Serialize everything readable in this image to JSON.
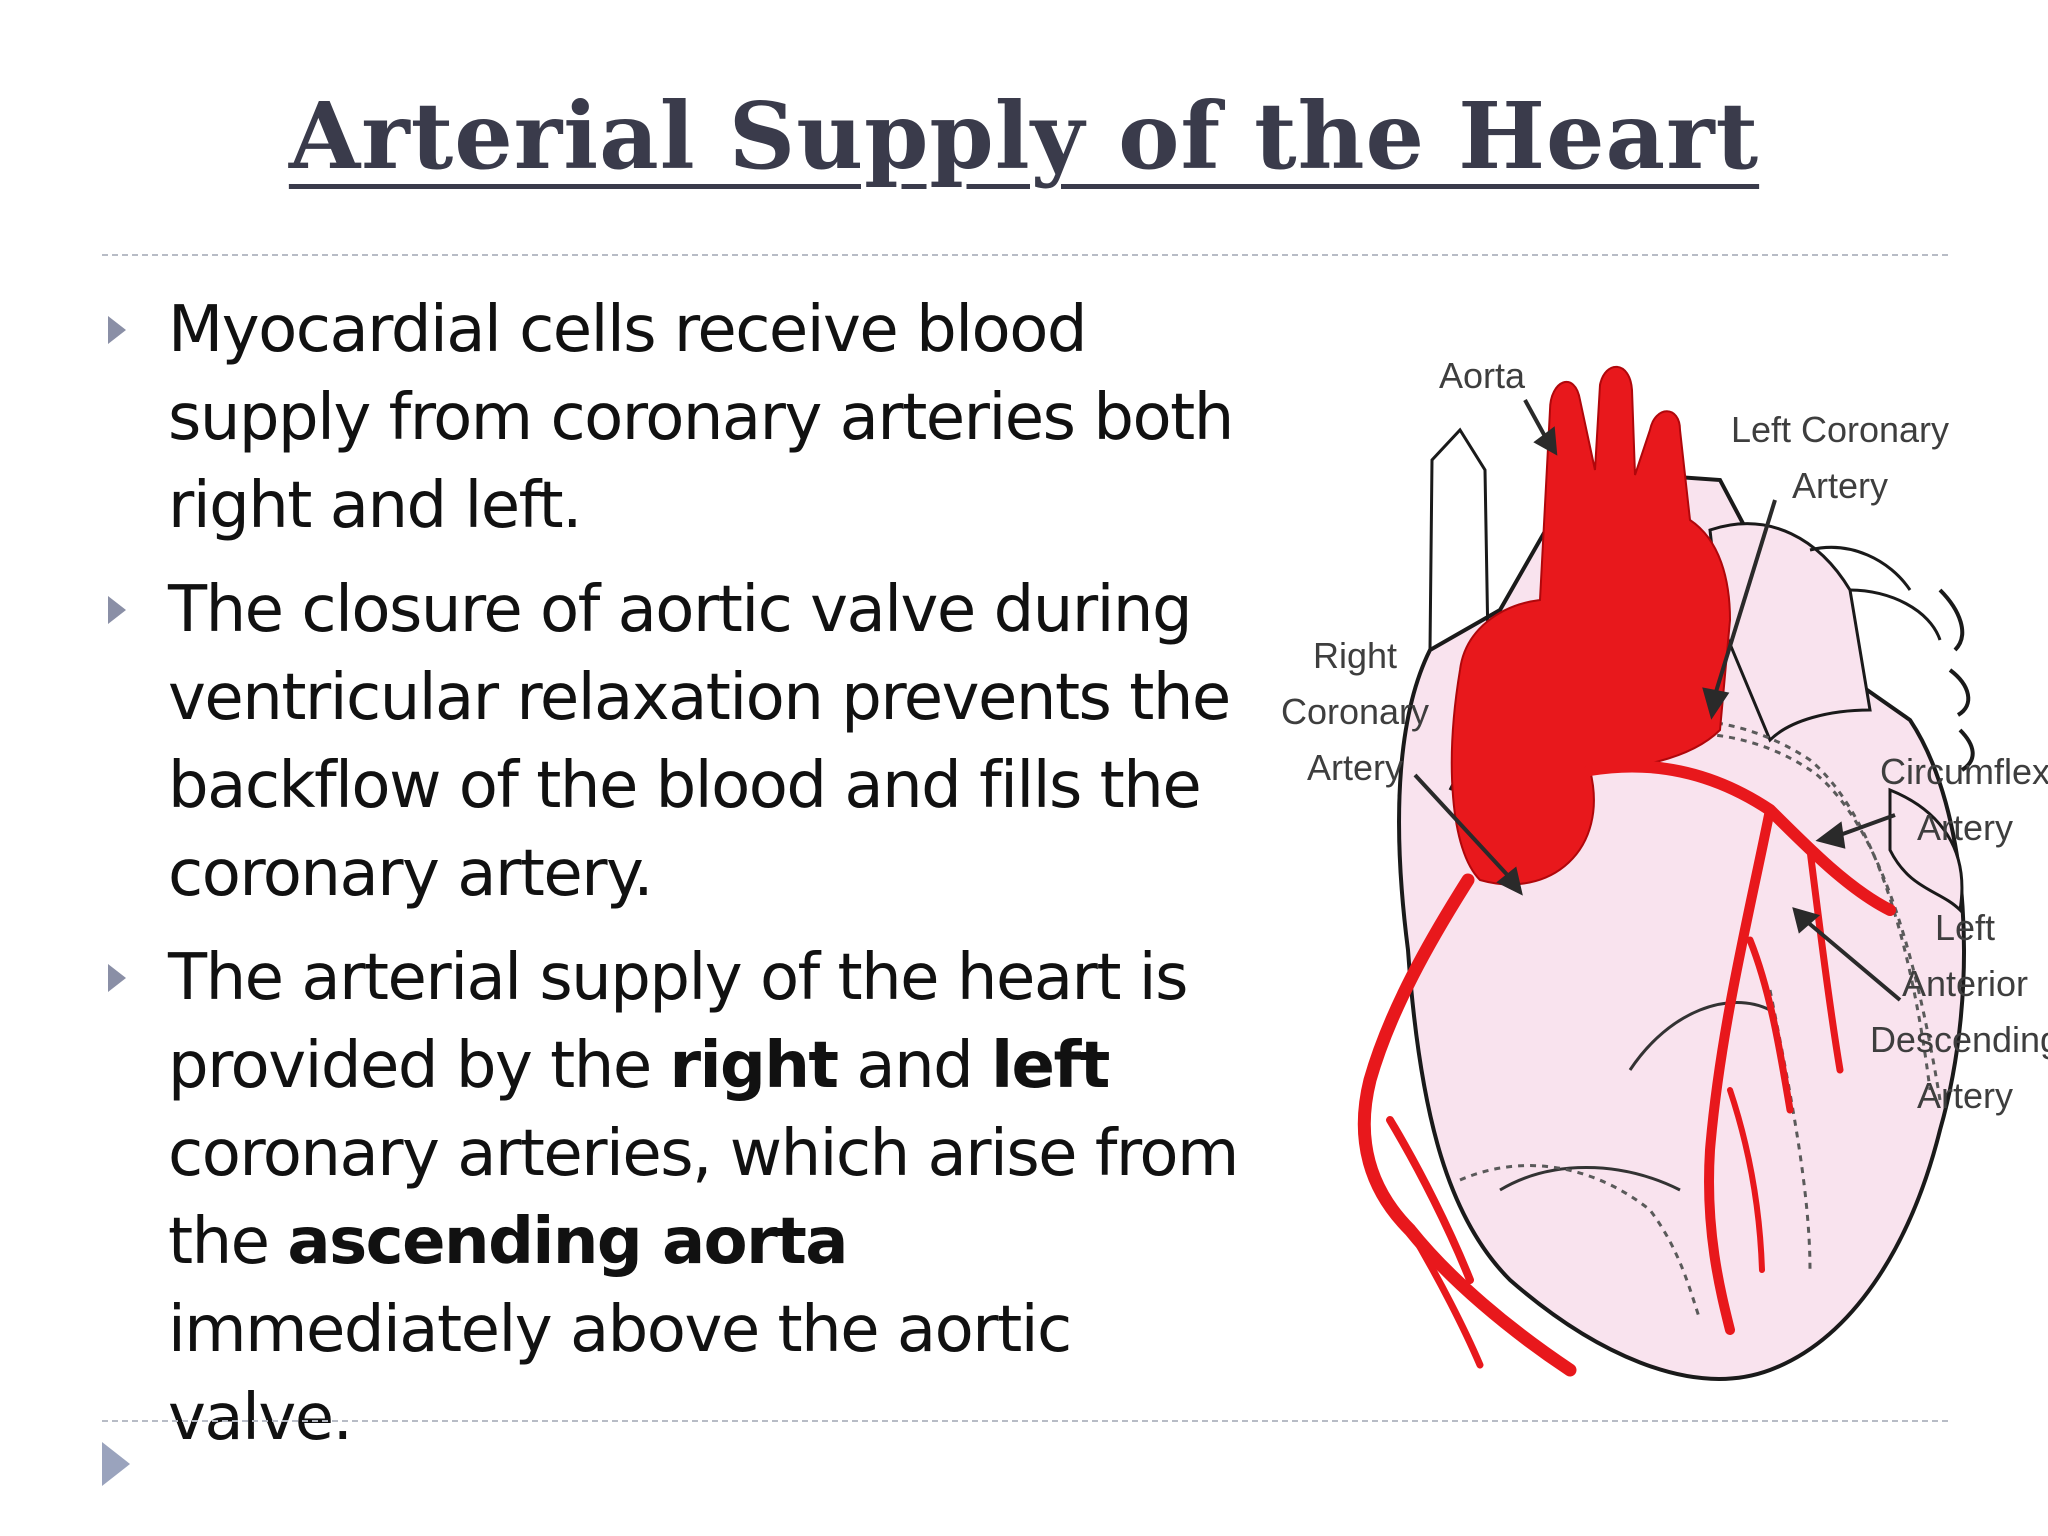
{
  "slide": {
    "title": "Arterial Supply of the Heart",
    "bullets": [
      {
        "segments": [
          {
            "text": "Myocardial cells receive blood supply from coronary arteries both right and left."
          }
        ]
      },
      {
        "segments": [
          {
            "text": "The closure of aortic valve during ventricular relaxation prevents the backflow of the blood and fills the coronary artery."
          }
        ]
      },
      {
        "segments": [
          {
            "text": "The arterial supply of the heart is provided by the "
          },
          {
            "text": "right",
            "bold": true
          },
          {
            "text": " and "
          },
          {
            "text": "left",
            "bold": true
          },
          {
            "text": " coronary arteries, which arise from the "
          },
          {
            "text": "ascending aorta",
            "bold": true
          },
          {
            "text": " immediately above the aortic valve."
          }
        ]
      }
    ]
  },
  "diagram": {
    "labels": {
      "aorta": "Aorta",
      "left_coronary_1": "Left Coronary",
      "left_coronary_2": "Artery",
      "right_coronary_1": "Right",
      "right_coronary_2": "Coronary",
      "right_coronary_3": "Artery",
      "circumflex_1": "Circumflex",
      "circumflex_2": "Artery",
      "lad_1": "Left",
      "lad_2": "Anterior",
      "lad_3": "Descending",
      "lad_4": "Artery"
    }
  },
  "colors": {
    "title": "#3a3b4b",
    "artery_red": "#e8181c",
    "heart_pink": "#f9e3ee",
    "bullet_marker": "#8a8fa6"
  },
  "icons": {
    "bullet": "triangle-right-icon",
    "navigation": "play-triangle-icon"
  }
}
